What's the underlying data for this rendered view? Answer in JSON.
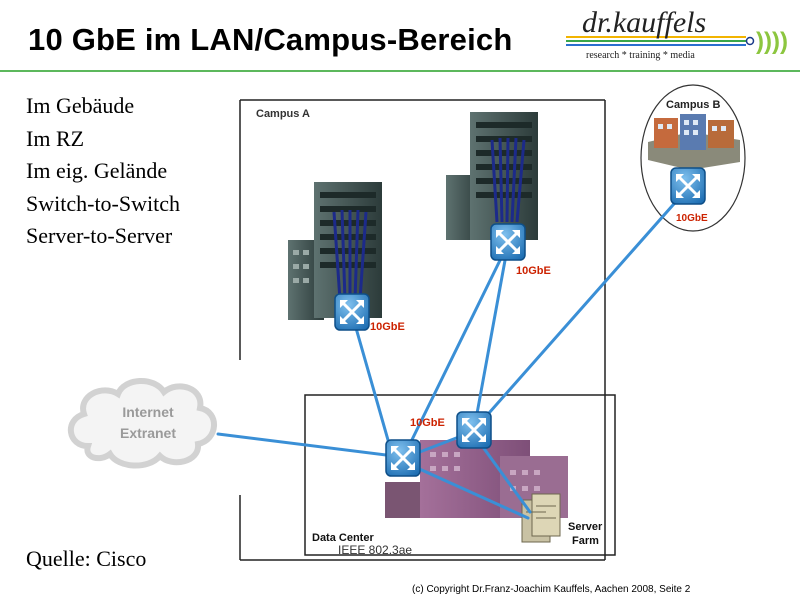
{
  "title": "10 GbE im LAN/Campus-Bereich",
  "logo": {
    "name": "dr.kauffels",
    "tagline": "research * training * media",
    "waves": "))))"
  },
  "bullets": [
    "Im Gebäude",
    "Im RZ",
    "Im eig. Gelände",
    "Switch-to-Switch",
    "Server-to-Server"
  ],
  "source": "Quelle: Cisco",
  "footer": "(c) Copyright  Dr.Franz-Joachim Kauffels, Aachen 2008, Seite 2",
  "diagram": {
    "campus_a": "Campus A",
    "campus_b": "Campus B",
    "data_center": "Data Center",
    "standard": "IEEE 802.3ae",
    "server_farm": [
      "Server",
      "Farm"
    ],
    "cloud": [
      "Internet",
      "Extranet"
    ],
    "link_labels": [
      "10GbE",
      "10GbE",
      "10GbE",
      "10GbE"
    ]
  },
  "colors": {
    "link": "#3a8fd6",
    "switch": "#2f86c9",
    "label": "#cc2200",
    "rule": "#5cb85c"
  }
}
